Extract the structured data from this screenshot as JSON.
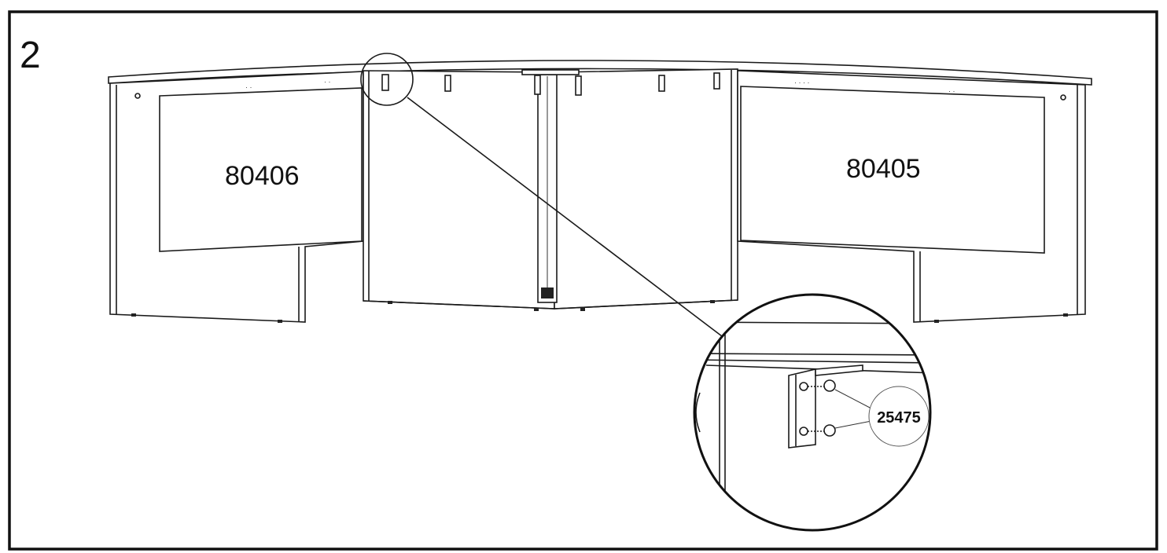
{
  "step": {
    "number": "2"
  },
  "parts": {
    "left_panel": "80406",
    "right_panel": "80405",
    "connector": "25475"
  }
}
